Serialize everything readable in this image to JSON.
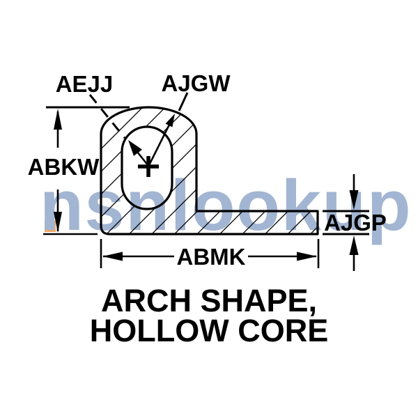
{
  "watermark": {
    "text": "nsnlookup",
    "color": "#a2b5d2",
    "accent_color": "#f4a768"
  },
  "diagram": {
    "line_color": "#000000",
    "labels": {
      "inner_radius": "AEJJ",
      "outer_radius": "AJGW",
      "overall_height": "ABKW",
      "overall_width": "ABMK",
      "flange_thickness": "AJGP"
    },
    "caption_line1": "ARCH SHAPE,",
    "caption_line2": "HOLLOW CORE"
  }
}
